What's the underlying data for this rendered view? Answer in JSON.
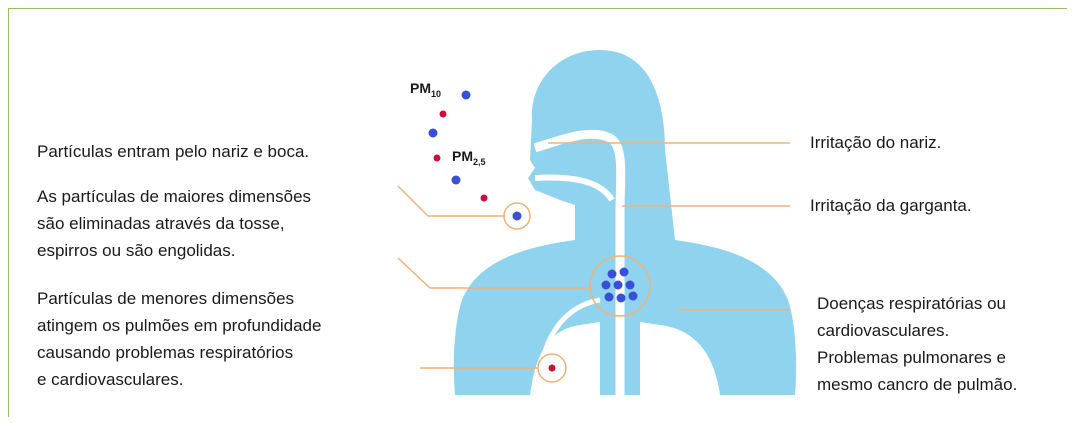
{
  "pm_labels": {
    "pm10": "PM",
    "pm10_sub": "10",
    "pm25": "PM",
    "pm25_sub": "2,5"
  },
  "left_labels": {
    "entry": "Partículas entram pelo nariz e boca.",
    "large": [
      "As partículas de maiores dimensões",
      "são eliminadas através da tosse,",
      "espirros ou são engolidas."
    ],
    "small": [
      "Partículas de menores dimensões",
      "atingem os pulmões em profundidade",
      "causando problemas respiratórios",
      "e cardiovasculares."
    ]
  },
  "right_labels": {
    "nose": "Irritação do nariz.",
    "throat": "Irritação da garganta.",
    "disease": [
      "Doenças respiratórias ou",
      "cardiovasculares.",
      "Problemas pulmonares e",
      "mesmo cancro de pulmão."
    ]
  },
  "colors": {
    "body": "#8fd3ee",
    "line": "#f0b27a",
    "pm10": "#3a4fd8",
    "pm25": "#c8103a",
    "frame": "#8fc36a"
  }
}
